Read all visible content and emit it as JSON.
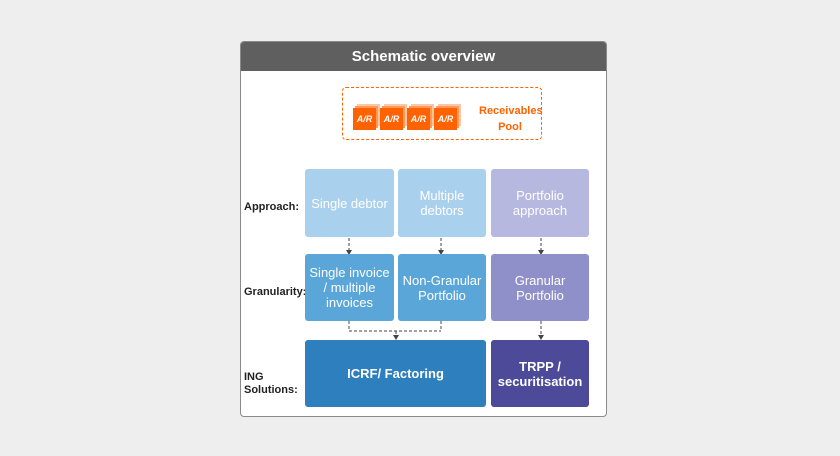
{
  "title": "Schematic overview",
  "pool": {
    "cards": [
      "A/R",
      "A/R",
      "A/R",
      "A/R"
    ],
    "label_line1": "Receivables",
    "label_line2": "Pool"
  },
  "rows": {
    "approach": "Approach:",
    "granularity": "Granularity:",
    "solutions_line1": "ING",
    "solutions_line2": "Solutions:"
  },
  "approach": {
    "single": "Single debtor",
    "multiple": "Multiple debtors",
    "portfolio": "Portfolio approach"
  },
  "granularity": {
    "single": "Single invoice / multiple invoices",
    "non_granular": "Non-Granular Portfolio",
    "granular": "Granular Portfolio"
  },
  "solutions": {
    "icrf": "ICRF/ Factoring",
    "trpp": "TRPP / securitisation"
  },
  "colors": {
    "orange": "#ff6200",
    "header": "#5f5f5f",
    "light_blue": "#a9d0ec",
    "mid_blue": "#5aa6d8",
    "dark_blue": "#2d7fbe",
    "light_purple": "#b6b8df",
    "mid_purple": "#8f90c9",
    "dark_purple": "#4d4a99"
  }
}
